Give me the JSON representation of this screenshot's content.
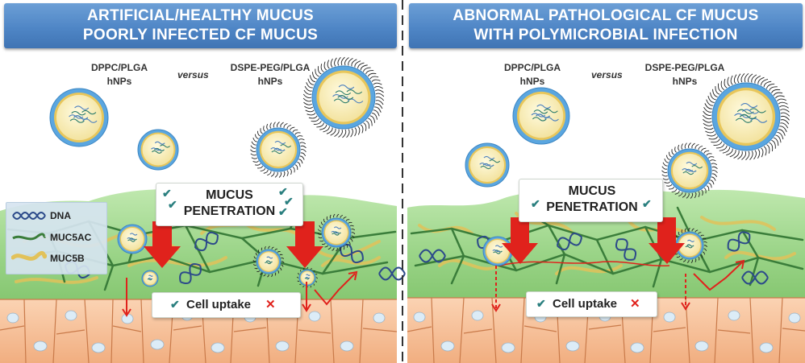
{
  "left_panel": {
    "title_line1": "ARTIFICIAL/HEALTHY MUCUS",
    "title_line2": "POORLY INFECTED CF MUCUS",
    "np_left_line1": "DPPC/PLGA",
    "np_left_line2": "hNPs",
    "versus": "versus",
    "np_right_line1": "DSPE-PEG/PLGA",
    "np_right_line2": "hNPs",
    "penetration_line1": "MUCUS",
    "penetration_line2": "PENETRATION",
    "cell_uptake": "Cell uptake"
  },
  "right_panel": {
    "title_line1": "ABNORMAL PATHOLOGICAL CF MUCUS",
    "title_line2": "WITH POLYMICROBIAL INFECTION",
    "np_left_line1": "DPPC/PLGA",
    "np_left_line2": "hNPs",
    "versus": "versus",
    "np_right_line1": "DSPE-PEG/PLGA",
    "np_right_line2": "hNPs",
    "penetration_line1": "MUCUS",
    "penetration_line2": "PENETRATION",
    "cell_uptake": "Cell uptake"
  },
  "legend": {
    "items": [
      {
        "label": "DNA",
        "icon": "dna-strand-icon"
      },
      {
        "label": "MUC5AC",
        "icon": "muc5ac-fiber-icon"
      },
      {
        "label": "MUC5B",
        "icon": "muc5b-fiber-icon"
      }
    ]
  },
  "symbols": {
    "check": "✔",
    "cross": "✕"
  },
  "colors": {
    "banner_blue": "#4f86c6",
    "mucus_green": "#8fcf7a",
    "muc5ac_green": "#3a7d3a",
    "muc5b_yellow": "#e2c25a",
    "dna_blue": "#2c4a8a",
    "cell_orange": "#f3b58c",
    "arrow_red": "#e0221c",
    "np_core_yellow": "#f8edb2",
    "np_shell_blue": "#5aa6e0",
    "check_teal": "#2a7f7f"
  }
}
